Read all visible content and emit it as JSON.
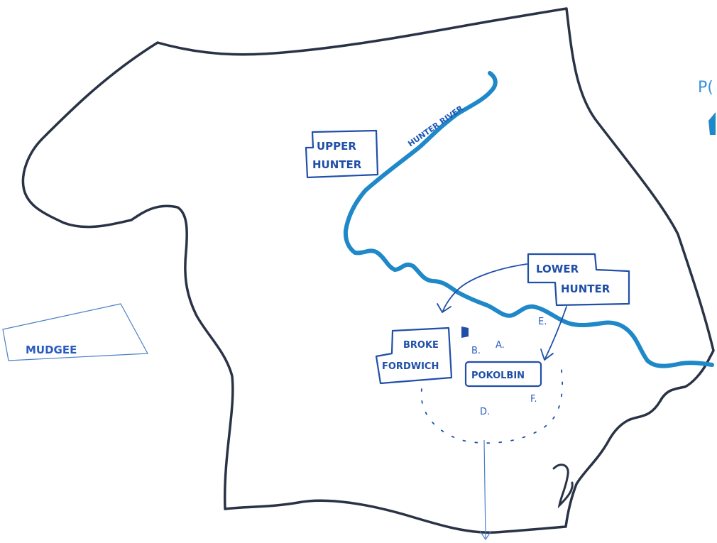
{
  "map": {
    "colors": {
      "outline": "#2a3346",
      "river": "#1e88c8",
      "ink": "#1f4fa8",
      "light_ink": "#4a7fc8",
      "edge_text": "#3a8fe0"
    },
    "river_label": "HUNTER RIVER",
    "regions": {
      "upper": [
        "UPPER",
        "HUNTER"
      ],
      "lower": [
        "LOWER",
        "HUNTER"
      ],
      "mudgee": "MUDGEE"
    },
    "towns": {
      "broke": [
        "BROKE",
        "FORDWICH"
      ],
      "pokolbin": "POKOLBIN"
    },
    "letters": {
      "A": "A.",
      "B": "B.",
      "D": "D.",
      "E": "E.",
      "F": "F."
    },
    "edge_text": "P("
  }
}
